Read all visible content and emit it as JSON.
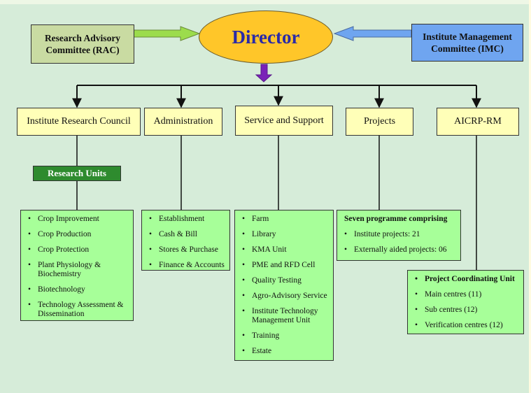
{
  "director": "Director",
  "rac": "Research Advisory Committee (RAC)",
  "imc": "Institute Management Committee (IMC)",
  "branches": {
    "irc": "Institute Research Council",
    "admin": "Administration",
    "service": "Service and Support",
    "projects": "Projects",
    "aicrp": "AICRP-RM"
  },
  "research_units": "Research Units",
  "lists": {
    "research": [
      "Crop Improvement",
      "Crop Production",
      "Crop Protection",
      "Plant Physiology & Biochemistry",
      "Biotechnology",
      "Technology Assessment & Dissemination"
    ],
    "admin": [
      "Establishment",
      "Cash & Bill",
      "Stores & Purchase",
      "Finance & Accounts"
    ],
    "service": [
      "Farm",
      "Library",
      "KMA Unit",
      "PME and RFD Cell",
      "Quality Testing",
      "Agro-Advisory Service",
      "Institute Technology Management Unit",
      "Training",
      "Estate"
    ],
    "projects_title": "Seven programme comprising",
    "projects": [
      "Institute projects: 21",
      "Externally aided projects: 06"
    ],
    "aicrp_title": "Project Coordinating Unit",
    "aicrp": [
      "Main centres (11)",
      "Sub centres (12)",
      "Verification centres (12)"
    ]
  },
  "colors": {
    "background": "#d6ecd9",
    "director_fill": "#ffc629",
    "director_text": "#2a2aa8",
    "rac_fill": "#c9dba2",
    "imc_fill": "#6fa5f0",
    "branch_fill": "#ffffb8",
    "list_fill": "#a7ff99",
    "research_units_fill": "#2e8b2e",
    "down_arrow": "#7a22b8"
  }
}
